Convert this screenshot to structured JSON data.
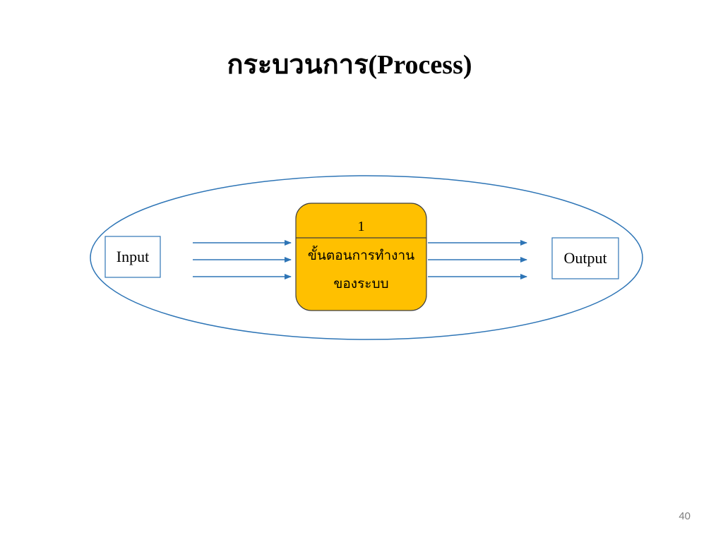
{
  "slide": {
    "title": "กระบวนการ(Process)",
    "page_number": "40"
  },
  "diagram": {
    "input_label": "Input",
    "output_label": "Output",
    "process": {
      "id": "1",
      "line1": "ขั้นตอนการทำงาน",
      "line2": "ของระบบ"
    },
    "colors": {
      "ellipse_stroke": "#2e75b6",
      "arrow_stroke": "#2e75b6",
      "box_stroke": "#2e75b6",
      "process_fill": "#ffc000",
      "process_stroke": "#3f3f3f"
    }
  }
}
